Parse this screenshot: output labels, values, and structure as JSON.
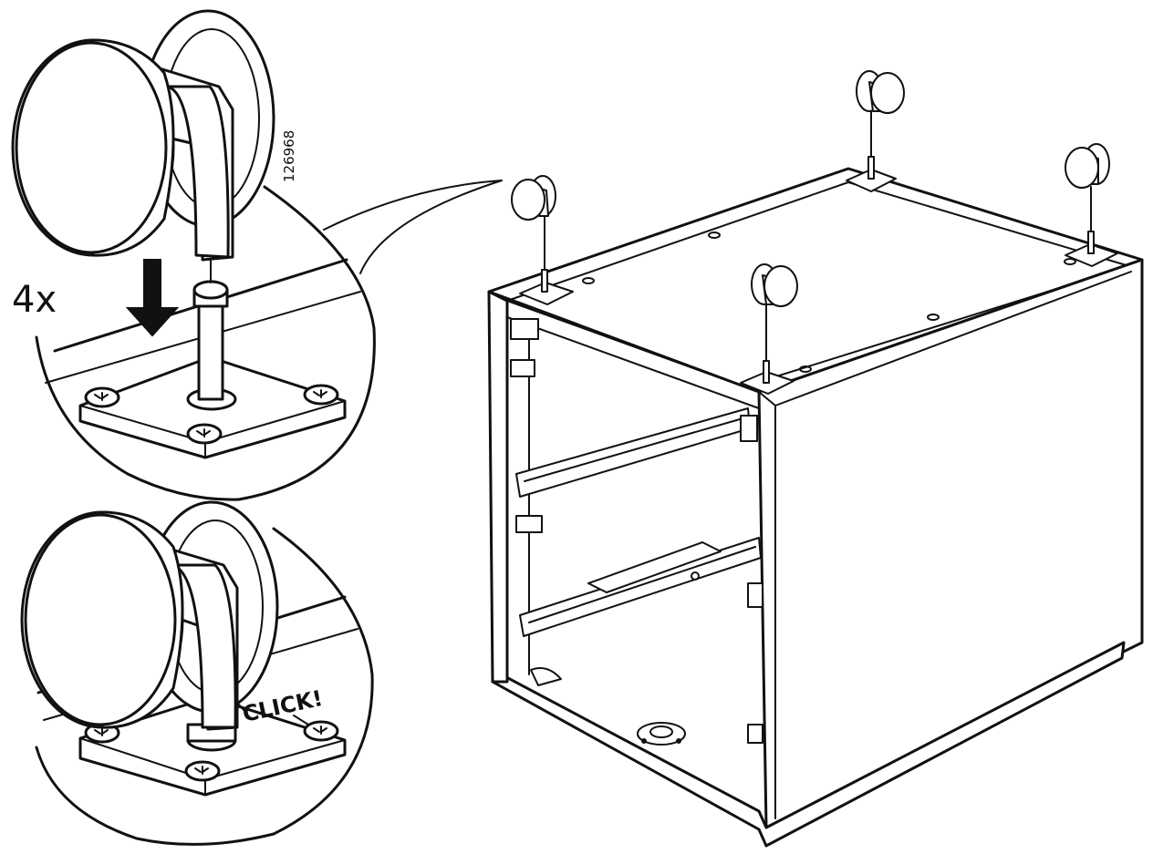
{
  "instruction": {
    "quantity_label": "4x",
    "part_number": "126968",
    "click_label": "CLICK!"
  },
  "colors": {
    "ink": "#111111",
    "paper": "#ffffff"
  },
  "icons": {
    "arrow": "down-arrow-icon",
    "caster": "caster-wheel-icon",
    "screw": "screw-head-icon"
  }
}
